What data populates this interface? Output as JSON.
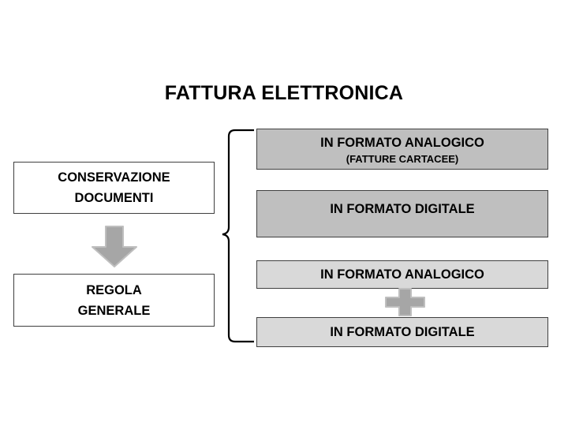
{
  "slide": {
    "title": "FATTURA ELETTRONICA",
    "background_color": "#ffffff"
  },
  "left_column": {
    "boxes": [
      {
        "name": "conservazione-documenti",
        "line1": "CONSERVAZIONE",
        "line2": "DOCUMENTI",
        "fill": "#ffffff",
        "border": "#3f3f3f"
      },
      {
        "name": "regola-generale",
        "line1": "REGOLA",
        "line2": "GENERALE",
        "fill": "#ffffff",
        "border": "#3f3f3f"
      }
    ],
    "connector": {
      "name": "down-arrow",
      "icon": "down-arrow-icon",
      "fill": "#a6a6a6",
      "outline": "#bfbfbf"
    }
  },
  "right_column": {
    "brace": {
      "name": "left-curly-brace",
      "icon": "curly-brace-icon",
      "stroke": "#000000"
    },
    "boxes": [
      {
        "name": "in-formato-analogico-cartacee",
        "main_label": "IN FORMATO ANALOGICO",
        "sub_label": "(FATTURE CARTACEE)",
        "fill": "#bfbfbf",
        "border": "#404040"
      },
      {
        "name": "in-formato-digitale-upper",
        "main_label": "IN FORMATO DIGITALE",
        "fill": "#bfbfbf",
        "border": "#404040"
      },
      {
        "name": "in-formato-analogico-lower",
        "main_label": "IN FORMATO ANALOGICO",
        "fill": "#d9d9d9",
        "border": "#404040"
      },
      {
        "name": "in-formato-digitale-lower",
        "main_label": "IN FORMATO DIGITALE",
        "fill": "#d9d9d9",
        "border": "#404040"
      }
    ],
    "connector": {
      "name": "plus-sign",
      "icon": "plus-icon",
      "fill": "#a6a6a6",
      "outline": "#bfbfbf"
    }
  }
}
